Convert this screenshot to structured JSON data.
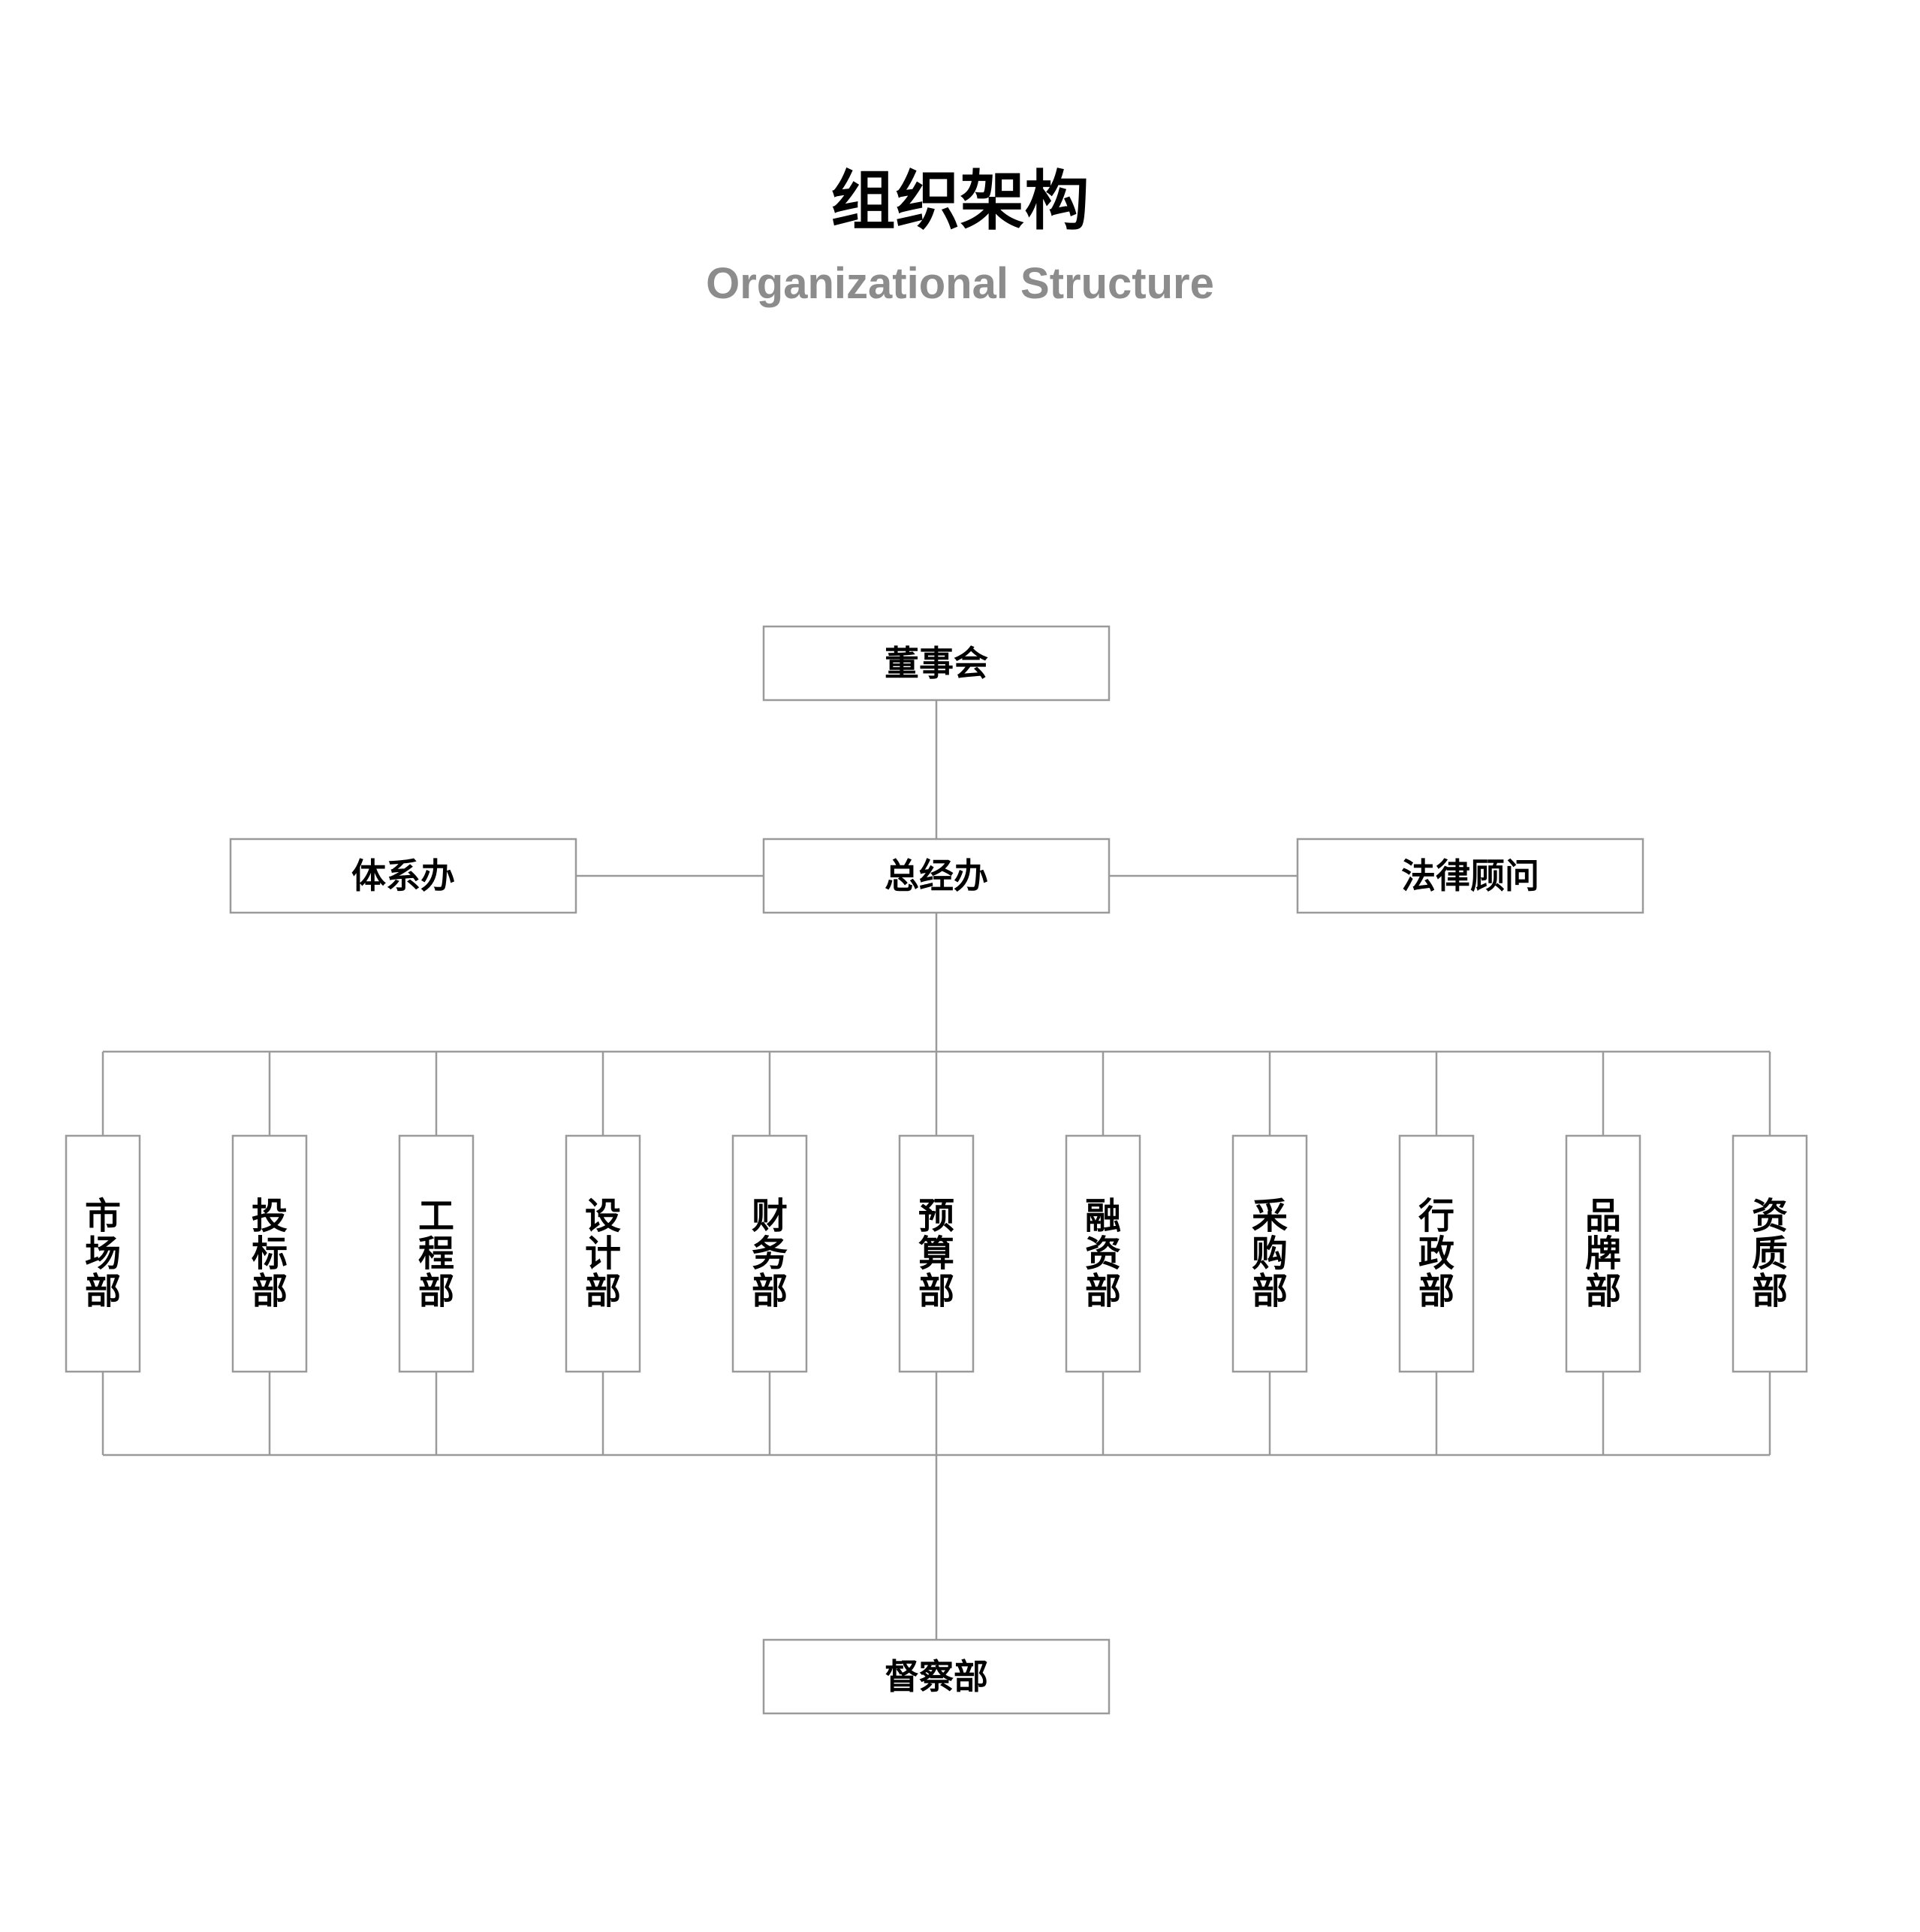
{
  "header": {
    "title": "组织架构",
    "subtitle": "Organizational Structure"
  },
  "colors": {
    "line": "#9a9a9a",
    "text": "#000000",
    "subtitle": "#8c8c8c",
    "background": "#ffffff"
  },
  "org": {
    "board": "董事会",
    "office": "总经办",
    "left_staff": "体系办",
    "right_staff": "法律顾问",
    "departments": [
      "市场部",
      "投标部",
      "工程部",
      "设计部",
      "财务部",
      "预算部",
      "融资部",
      "采购部",
      "行政部",
      "品牌部",
      "资质部"
    ],
    "supervision": "督察部"
  }
}
